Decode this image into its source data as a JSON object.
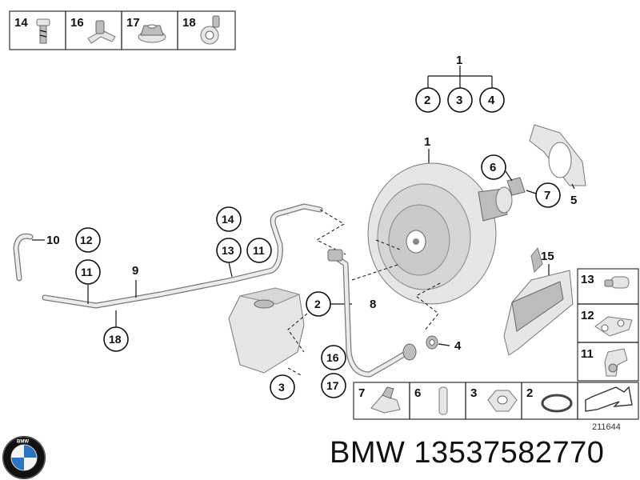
{
  "diagram": {
    "top_legend": [
      {
        "id": "14",
        "name": "bolt"
      },
      {
        "id": "16",
        "name": "bracket-clip"
      },
      {
        "id": "17",
        "name": "flange-nut"
      },
      {
        "id": "18",
        "name": "hose-clamp"
      }
    ],
    "callouts": {
      "c1_top": "1",
      "c2_top": "2",
      "c3_top": "3",
      "c4_top": "4",
      "c1_booster": "1",
      "c6": "6",
      "c7": "7",
      "c5": "5",
      "c10": "10",
      "c12": "12",
      "c11_left": "11",
      "c9": "9",
      "c18": "18",
      "c14": "14",
      "c13": "13",
      "c11_mid": "11",
      "c2_mid": "2",
      "c8": "8",
      "c4_mid": "4",
      "c16": "16",
      "c17": "17",
      "c3_bottom": "3",
      "c15": "15"
    },
    "right_legend": [
      {
        "id": "13",
        "name": "hose-connector"
      },
      {
        "id": "12",
        "name": "clip"
      },
      {
        "id": "11",
        "name": "elbow-connector"
      }
    ],
    "bottom_legend": [
      {
        "id": "7",
        "name": "spring-clip"
      },
      {
        "id": "6",
        "name": "pin"
      },
      {
        "id": "3",
        "name": "nut"
      },
      {
        "id": "2",
        "name": "o-ring"
      }
    ],
    "diagram_code": "211644"
  },
  "footer": {
    "brand": "BMW",
    "part_number": "13537582770",
    "title": "BMW 13537582770"
  }
}
